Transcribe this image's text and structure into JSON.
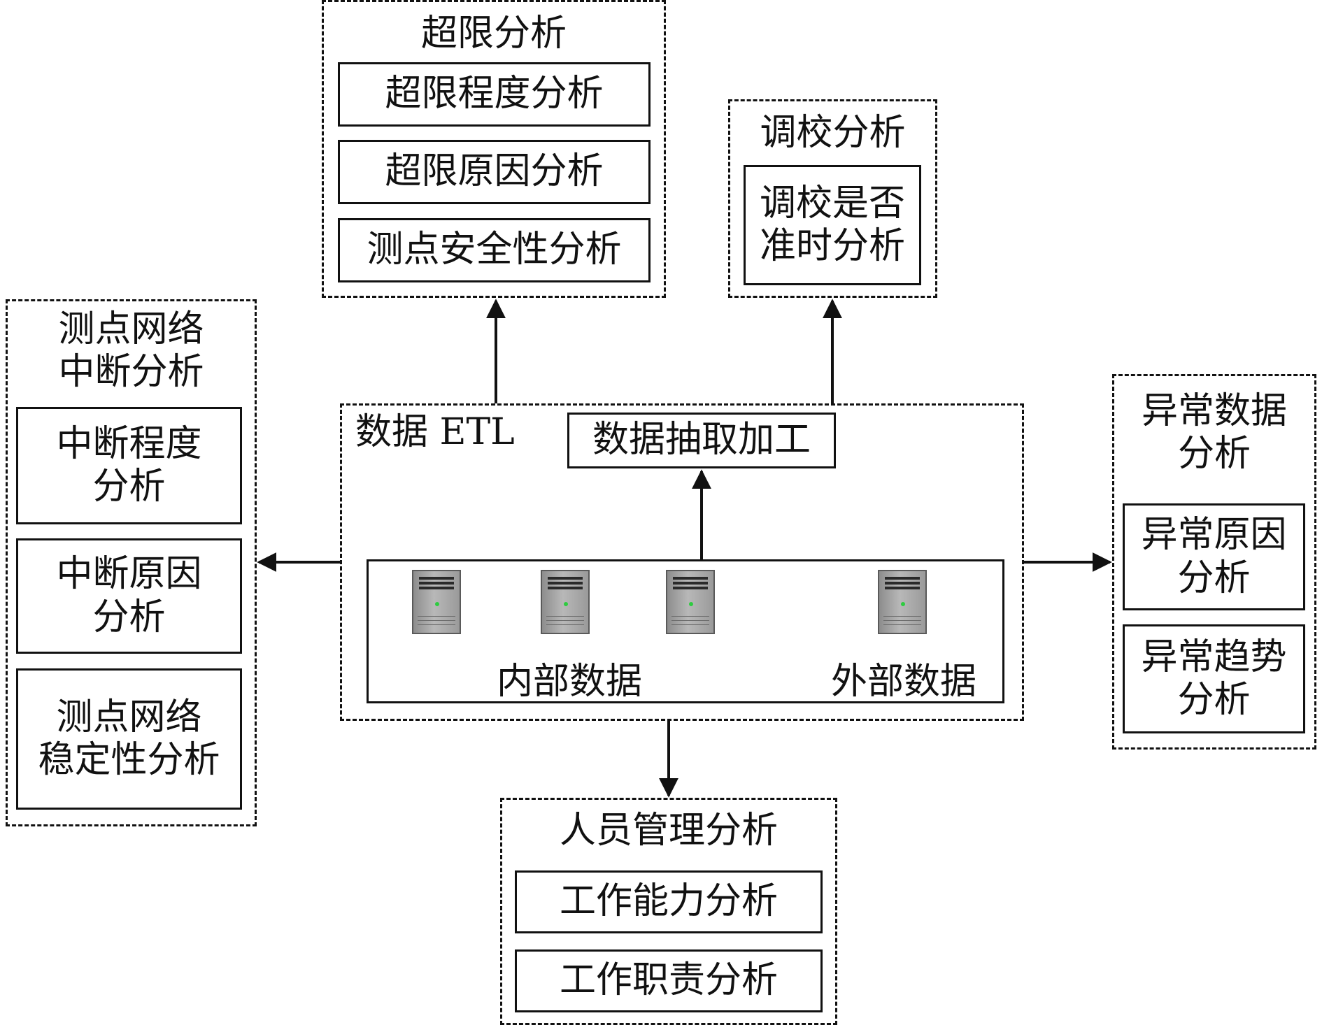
{
  "overlimit": {
    "title": "超限分析",
    "items": [
      "超限程度分析",
      "超限原因分析",
      "测点安全性分析"
    ]
  },
  "calibration": {
    "title": "调校分析",
    "items": [
      "调校是否\n准时分析"
    ]
  },
  "network": {
    "title": "测点网络\n中断分析",
    "items": [
      "中断程度\n分析",
      "中断原因\n分析",
      "测点网络\n稳定性分析"
    ]
  },
  "etl": {
    "title": "数据 ETL",
    "extract": "数据抽取加工",
    "internal_label": "内部数据",
    "external_label": "外部数据",
    "servers": [
      "server-icon",
      "server-icon",
      "server-icon",
      "server-icon"
    ]
  },
  "anomaly": {
    "title": "异常数据\n分析",
    "items": [
      "异常原因\n分析",
      "异常趋势\n分析"
    ]
  },
  "personnel": {
    "title": "人员管理分析",
    "items": [
      "工作能力分析",
      "工作职责分析"
    ]
  }
}
